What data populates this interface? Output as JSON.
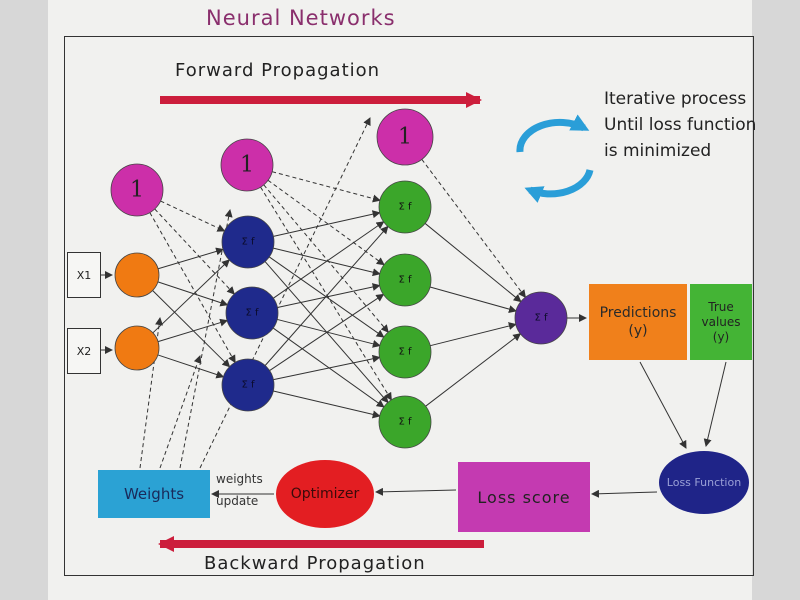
{
  "title": "Neural Networks",
  "forward_label": "Forward Propagation",
  "backward_label": "Backward Propagation",
  "iterative_note": "Iterative process Until loss function is minimized",
  "inputs": [
    "X1",
    "X2"
  ],
  "bias_label": "1",
  "neuron_label": "Σ  f",
  "predictions_label": "Predictions (y)",
  "true_values_label": "True values (y)",
  "loss_function_label": "Loss Function",
  "loss_score_label": "Loss score",
  "optimizer_label": "Optimizer",
  "weights_label": "Weights",
  "weights_update_label": "weights update",
  "colors": {
    "bias": "#cc2fa9",
    "input": "#f07a12",
    "hidden1": "#1f2a8c",
    "hidden2": "#3ba62a",
    "output": "#5a2a9a",
    "forward_arrow": "#cc1e3c",
    "backward_arrow": "#cc1e3c",
    "cycle_arrows": "#2a9ed8"
  }
}
